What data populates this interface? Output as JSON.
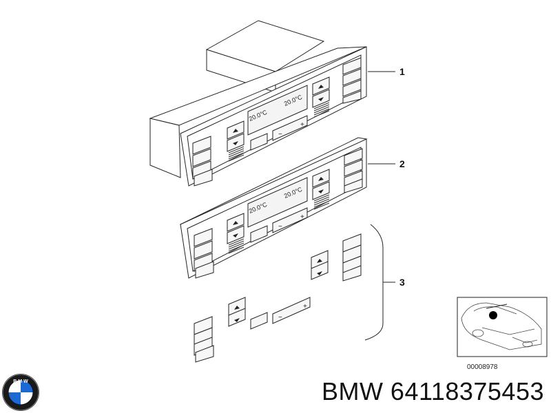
{
  "callouts": [
    {
      "label": "1"
    },
    {
      "label": "2"
    },
    {
      "label": "3"
    }
  ],
  "display_text": {
    "left_temp": "20.0°C",
    "right_temp": "20.0°C"
  },
  "inset": {
    "reference_number": "00008978"
  },
  "brand": {
    "logo_text": "B M W",
    "part_label": "BMW 64118375453"
  }
}
